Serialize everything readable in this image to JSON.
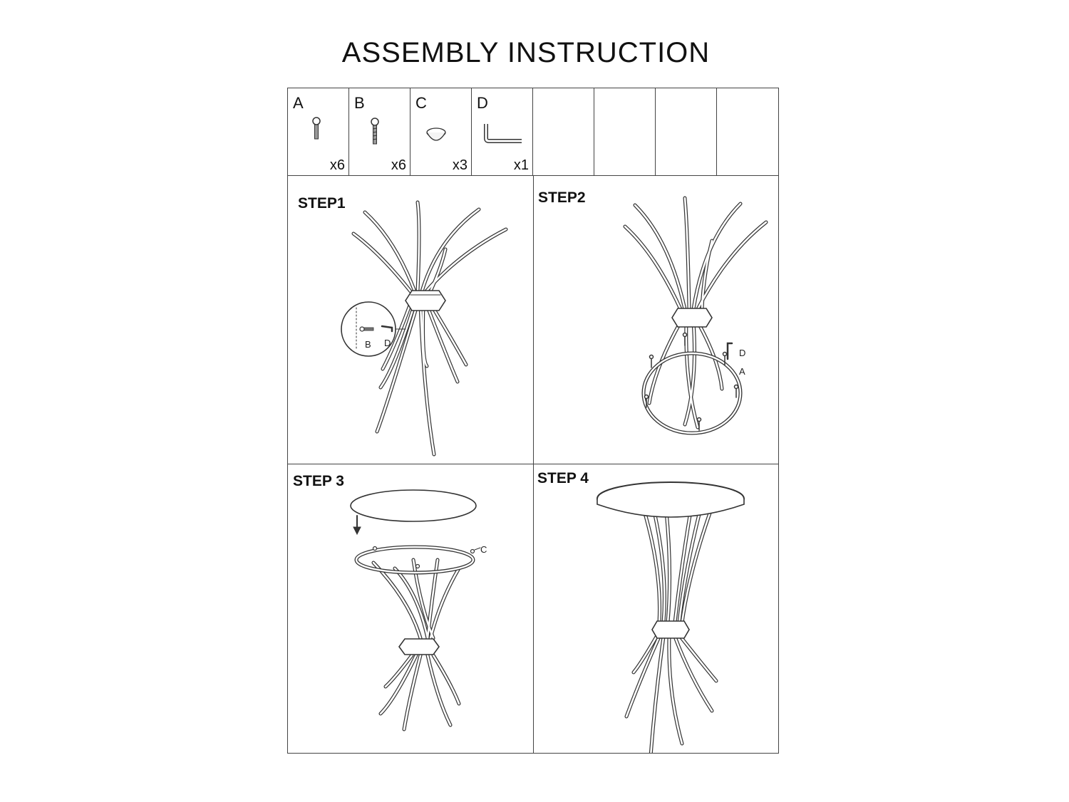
{
  "title": "ASSEMBLY  INSTRUCTION",
  "parts": [
    {
      "letter": "A",
      "qty": "x6",
      "icon": "short-screw-icon"
    },
    {
      "letter": "B",
      "qty": "x6",
      "icon": "long-screw-icon"
    },
    {
      "letter": "C",
      "qty": "x3",
      "icon": "glass-pad-icon"
    },
    {
      "letter": "D",
      "qty": "x1",
      "icon": "allen-key-icon"
    }
  ],
  "steps": {
    "step1": {
      "label": "STEP1",
      "callouts": [
        "B",
        "D"
      ]
    },
    "step2": {
      "label": "STEP2",
      "callouts": [
        "D",
        "A"
      ]
    },
    "step3": {
      "label": "STEP 3",
      "callouts": [
        "C"
      ]
    },
    "step4": {
      "label": "STEP 4"
    }
  },
  "colors": {
    "line": "#333333",
    "border": "#444444",
    "background": "#ffffff"
  }
}
